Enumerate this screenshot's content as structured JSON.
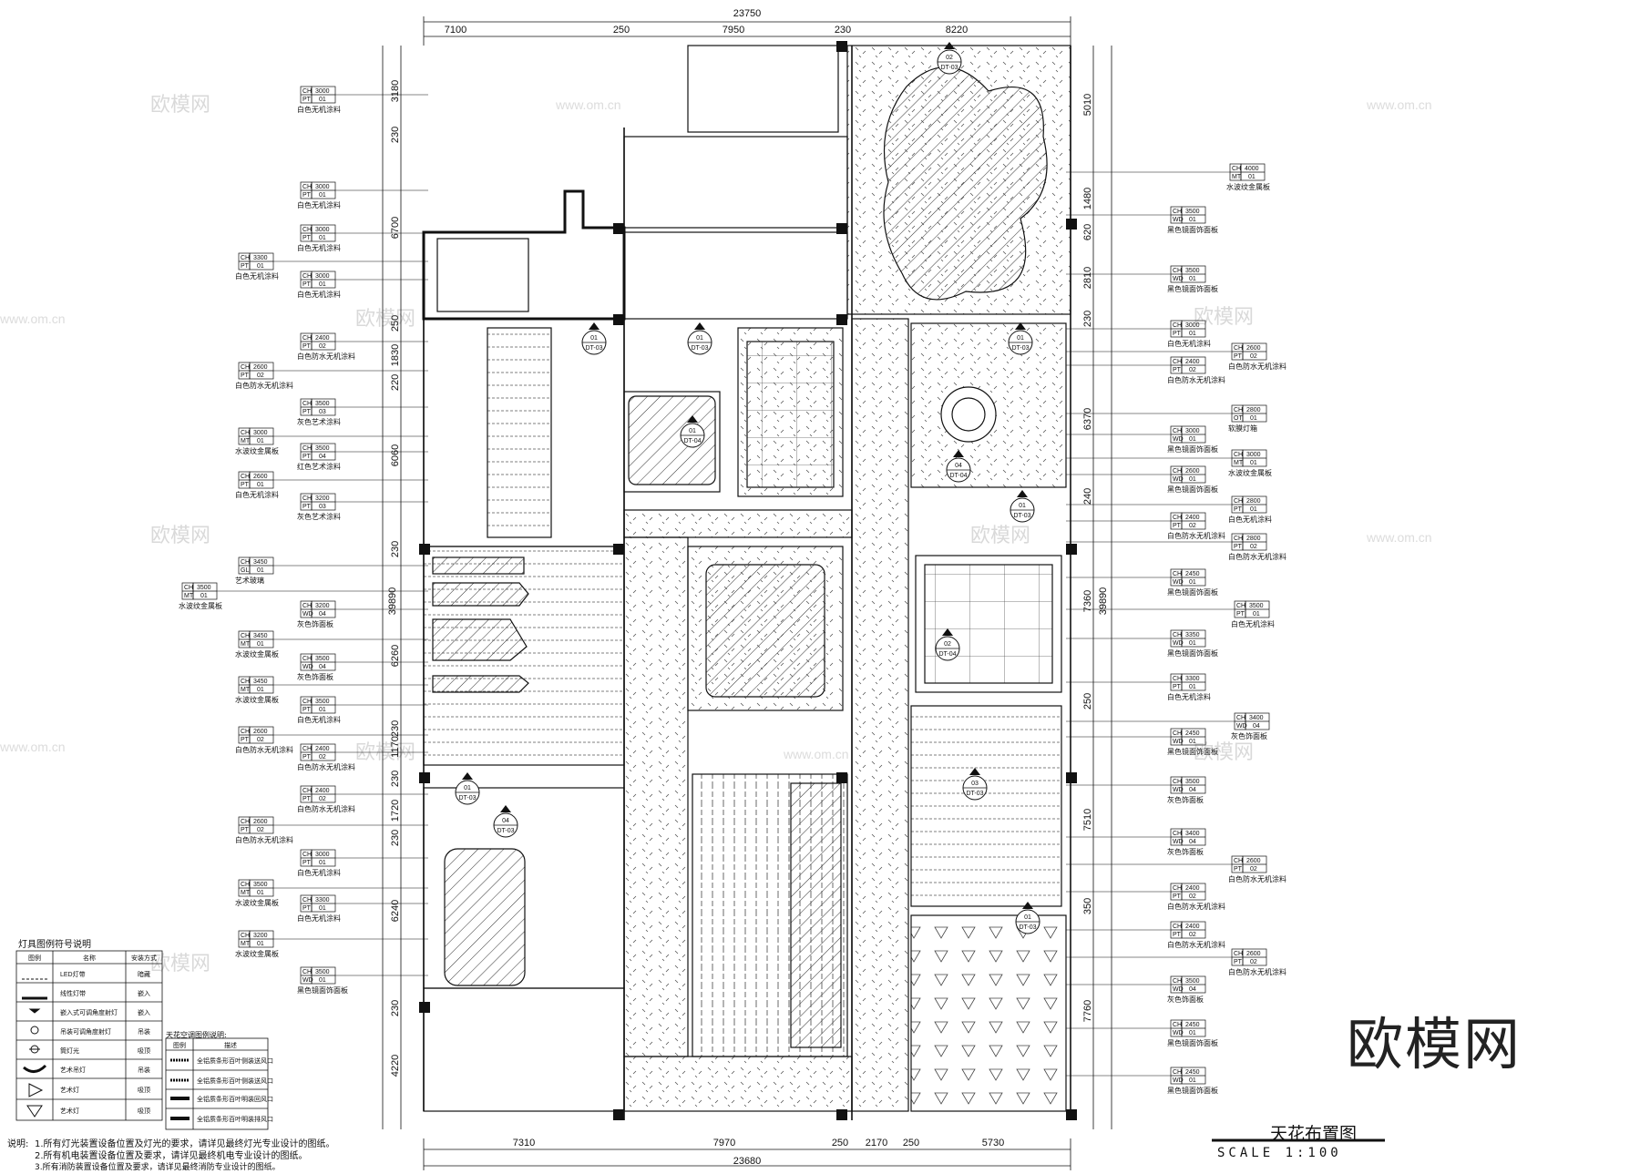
{
  "drawing": {
    "title": "天花布置图",
    "scale": "SCALE 1:100",
    "big_watermark": "欧模网",
    "watermark_cn": "欧模网",
    "watermark_url": "www.om.cn"
  },
  "dims_top": {
    "overall": "23750",
    "segments": [
      "7100",
      "250",
      "7950",
      "230",
      "8220"
    ]
  },
  "dims_bottom": {
    "overall": "23680",
    "segments": [
      "7310",
      "7970",
      "250",
      "2170",
      "250",
      "5730"
    ]
  },
  "dims_left": {
    "overall": "39890",
    "segments": [
      "3180",
      "230",
      "6700",
      "250",
      "1830",
      "220",
      "6060",
      "230",
      "6260",
      "230",
      "1170",
      "230",
      "1720",
      "230",
      "6240",
      "230",
      "4220"
    ]
  },
  "dims_right": {
    "overall": "39890",
    "segments": [
      "5010",
      "1480",
      "620",
      "2810",
      "230",
      "6370",
      "240",
      "7360",
      "250",
      "7510",
      "350",
      "7760"
    ]
  },
  "tags_left": [
    {
      "l1": "CH",
      "v1": "3000",
      "l2": "PT",
      "v2": "01",
      "text": "白色无机涂料"
    },
    {
      "l1": "CH",
      "v1": "3000",
      "l2": "PT",
      "v2": "01",
      "text": "白色无机涂料"
    },
    {
      "l1": "CH",
      "v1": "3000",
      "l2": "PT",
      "v2": "01",
      "text": "白色无机涂料"
    },
    {
      "l1": "CH",
      "v1": "3300",
      "l2": "PT",
      "v2": "01",
      "text": "白色无机涂料"
    },
    {
      "l1": "CH",
      "v1": "3000",
      "l2": "PT",
      "v2": "01",
      "text": "白色无机涂料"
    },
    {
      "l1": "CH",
      "v1": "2400",
      "l2": "PT",
      "v2": "02",
      "text": "白色防水无机涂料"
    },
    {
      "l1": "CH",
      "v1": "2600",
      "l2": "PT",
      "v2": "02",
      "text": "白色防水无机涂料"
    },
    {
      "l1": "CH",
      "v1": "3500",
      "l2": "PT",
      "v2": "03",
      "text": "灰色艺术涂料"
    },
    {
      "l1": "CH",
      "v1": "3000",
      "l2": "MT",
      "v2": "01",
      "text": "水波纹金属板"
    },
    {
      "l1": "CH",
      "v1": "3500",
      "l2": "PT",
      "v2": "04",
      "text": "红色艺术涂料"
    },
    {
      "l1": "CH",
      "v1": "2600",
      "l2": "PT",
      "v2": "01",
      "text": "白色无机涂料"
    },
    {
      "l1": "CH",
      "v1": "3200",
      "l2": "PT",
      "v2": "03",
      "text": "灰色艺术涂料"
    },
    {
      "l1": "CH",
      "v1": "3450",
      "l2": "GL",
      "v2": "01",
      "text": "艺术玻璃"
    },
    {
      "l1": "CH",
      "v1": "3500",
      "l2": "MT",
      "v2": "01",
      "text": "水波纹金属板"
    },
    {
      "l1": "CH",
      "v1": "3200",
      "l2": "WD",
      "v2": "04",
      "text": "灰色饰面板"
    },
    {
      "l1": "CH",
      "v1": "3450",
      "l2": "MT",
      "v2": "01",
      "text": "水波纹金属板"
    },
    {
      "l1": "CH",
      "v1": "3500",
      "l2": "WD",
      "v2": "04",
      "text": "灰色饰面板"
    },
    {
      "l1": "CH",
      "v1": "3450",
      "l2": "MT",
      "v2": "01",
      "text": "水波纹金属板"
    },
    {
      "l1": "CH",
      "v1": "3500",
      "l2": "PT",
      "v2": "01",
      "text": "白色无机涂料"
    },
    {
      "l1": "CH",
      "v1": "2600",
      "l2": "PT",
      "v2": "02",
      "text": "白色防水无机涂料"
    },
    {
      "l1": "CH",
      "v1": "2400",
      "l2": "PT",
      "v2": "02",
      "text": "白色防水无机涂料"
    },
    {
      "l1": "CH",
      "v1": "2400",
      "l2": "PT",
      "v2": "02",
      "text": "白色防水无机涂料"
    },
    {
      "l1": "CH",
      "v1": "2600",
      "l2": "PT",
      "v2": "02",
      "text": "白色防水无机涂料"
    },
    {
      "l1": "CH",
      "v1": "3000",
      "l2": "PT",
      "v2": "01",
      "text": "白色无机涂料"
    },
    {
      "l1": "CH",
      "v1": "3500",
      "l2": "MT",
      "v2": "01",
      "text": "水波纹金属板"
    },
    {
      "l1": "CH",
      "v1": "3300",
      "l2": "PT",
      "v2": "01",
      "text": "白色无机涂料"
    },
    {
      "l1": "CH",
      "v1": "3200",
      "l2": "MT",
      "v2": "01",
      "text": "水波纹金属板"
    },
    {
      "l1": "CH",
      "v1": "3500",
      "l2": "WD",
      "v2": "01",
      "text": "黑色镜面饰面板"
    }
  ],
  "tags_right": [
    {
      "l1": "CH",
      "v1": "4000",
      "l2": "MT",
      "v2": "01",
      "text": "水波纹金属板"
    },
    {
      "l1": "CH",
      "v1": "3500",
      "l2": "WD",
      "v2": "01",
      "text": "黑色镜面饰面板"
    },
    {
      "l1": "CH",
      "v1": "3500",
      "l2": "WD",
      "v2": "01",
      "text": "黑色镜面饰面板"
    },
    {
      "l1": "CH",
      "v1": "3000",
      "l2": "PT",
      "v2": "01",
      "text": "白色无机涂料"
    },
    {
      "l1": "CH",
      "v1": "2600",
      "l2": "PT",
      "v2": "02",
      "text": "白色防水无机涂料"
    },
    {
      "l1": "CH",
      "v1": "2400",
      "l2": "PT",
      "v2": "02",
      "text": "白色防水无机涂料"
    },
    {
      "l1": "CH",
      "v1": "2800",
      "l2": "OT",
      "v2": "01",
      "text": "软膜灯箱"
    },
    {
      "l1": "CH",
      "v1": "3000",
      "l2": "WD",
      "v2": "01",
      "text": "黑色镜面饰面板"
    },
    {
      "l1": "CH",
      "v1": "3000",
      "l2": "MT",
      "v2": "01",
      "text": "水波纹金属板"
    },
    {
      "l1": "CH",
      "v1": "2600",
      "l2": "WD",
      "v2": "01",
      "text": "黑色镜面饰面板"
    },
    {
      "l1": "CH",
      "v1": "2800",
      "l2": "PT",
      "v2": "01",
      "text": "白色无机涂料"
    },
    {
      "l1": "CH",
      "v1": "2400",
      "l2": "PT",
      "v2": "02",
      "text": "白色防水无机涂料"
    },
    {
      "l1": "CH",
      "v1": "2800",
      "l2": "PT",
      "v2": "02",
      "text": "白色防水无机涂料"
    },
    {
      "l1": "CH",
      "v1": "2450",
      "l2": "WD",
      "v2": "01",
      "text": "黑色镜面饰面板"
    },
    {
      "l1": "CH",
      "v1": "3500",
      "l2": "PT",
      "v2": "01",
      "text": "白色无机涂料"
    },
    {
      "l1": "CH",
      "v1": "3350",
      "l2": "WD",
      "v2": "01",
      "text": "黑色镜面饰面板"
    },
    {
      "l1": "CH",
      "v1": "3300",
      "l2": "PT",
      "v2": "01",
      "text": "白色无机涂料"
    },
    {
      "l1": "CH",
      "v1": "3400",
      "l2": "WD",
      "v2": "04",
      "text": "灰色饰面板"
    },
    {
      "l1": "CH",
      "v1": "2450",
      "l2": "WD",
      "v2": "01",
      "text": "黑色镜面饰面板"
    },
    {
      "l1": "CH",
      "v1": "3500",
      "l2": "WD",
      "v2": "04",
      "text": "灰色饰面板"
    },
    {
      "l1": "CH",
      "v1": "3400",
      "l2": "WD",
      "v2": "04",
      "text": "灰色饰面板"
    },
    {
      "l1": "CH",
      "v1": "2600",
      "l2": "PT",
      "v2": "02",
      "text": "白色防水无机涂料"
    },
    {
      "l1": "CH",
      "v1": "2400",
      "l2": "PT",
      "v2": "02",
      "text": "白色防水无机涂料"
    },
    {
      "l1": "CH",
      "v1": "2400",
      "l2": "PT",
      "v2": "02",
      "text": "白色防水无机涂料"
    },
    {
      "l1": "CH",
      "v1": "2600",
      "l2": "PT",
      "v2": "02",
      "text": "白色防水无机涂料"
    },
    {
      "l1": "CH",
      "v1": "3500",
      "l2": "WD",
      "v2": "04",
      "text": "灰色饰面板"
    },
    {
      "l1": "CH",
      "v1": "2450",
      "l2": "WD",
      "v2": "01",
      "text": "黑色镜面饰面板"
    },
    {
      "l1": "CH",
      "v1": "2450",
      "l2": "WD",
      "v2": "01",
      "text": "黑色镜面饰面板"
    }
  ],
  "callouts": [
    {
      "n": "02",
      "ref": "DT-03"
    },
    {
      "n": "01",
      "ref": "DT-03"
    },
    {
      "n": "01",
      "ref": "DT-03"
    },
    {
      "n": "01",
      "ref": "DT-03"
    },
    {
      "n": "01",
      "ref": "DT-04"
    },
    {
      "n": "04",
      "ref": "DT-04"
    },
    {
      "n": "01",
      "ref": "DT-03"
    },
    {
      "n": "02",
      "ref": "DT-04"
    },
    {
      "n": "03",
      "ref": "DT-03"
    },
    {
      "n": "01",
      "ref": "DT-03"
    },
    {
      "n": "01",
      "ref": "DT-03"
    },
    {
      "n": "04",
      "ref": "DT-03"
    }
  ],
  "legend": {
    "title": "灯具图例符号说明",
    "headers": [
      "图例",
      "名称",
      "安装方式"
    ],
    "rows": [
      {
        "name": "LED灯带",
        "mount": "暗藏"
      },
      {
        "name": "线性灯带",
        "mount": "嵌入"
      },
      {
        "name": "嵌入式可调角度射灯",
        "mount": "嵌入"
      },
      {
        "name": "吊装可调角度射灯",
        "mount": "吊装"
      },
      {
        "name": "筒灯光",
        "mount": "吸顶"
      },
      {
        "name": "艺术吊灯",
        "mount": "吊装"
      },
      {
        "name": "艺术灯",
        "mount": "吸顶"
      },
      {
        "name": "艺术灯",
        "mount": "吸顶"
      }
    ]
  },
  "ac_legend": {
    "title": "天花空调图例说明:",
    "headers": [
      "图例",
      "描述"
    ],
    "rows": [
      "全铝质条形百叶侧装送风口",
      "全铝质条形百叶侧装送风口",
      "全铝质条形百叶明装回风口",
      "全铝质条形百叶明装排风口"
    ]
  },
  "notes": {
    "label": "说明:",
    "lines": [
      "1.所有灯光装置设备位置及灯光的要求，请详见最终灯光专业设计的图纸。",
      "2.所有机电装置设备位置及要求，请详见最终机电专业设计的图纸。",
      "3.所有消防装置设备位置及要求，请详见最终消防专业设计的图纸。"
    ]
  }
}
